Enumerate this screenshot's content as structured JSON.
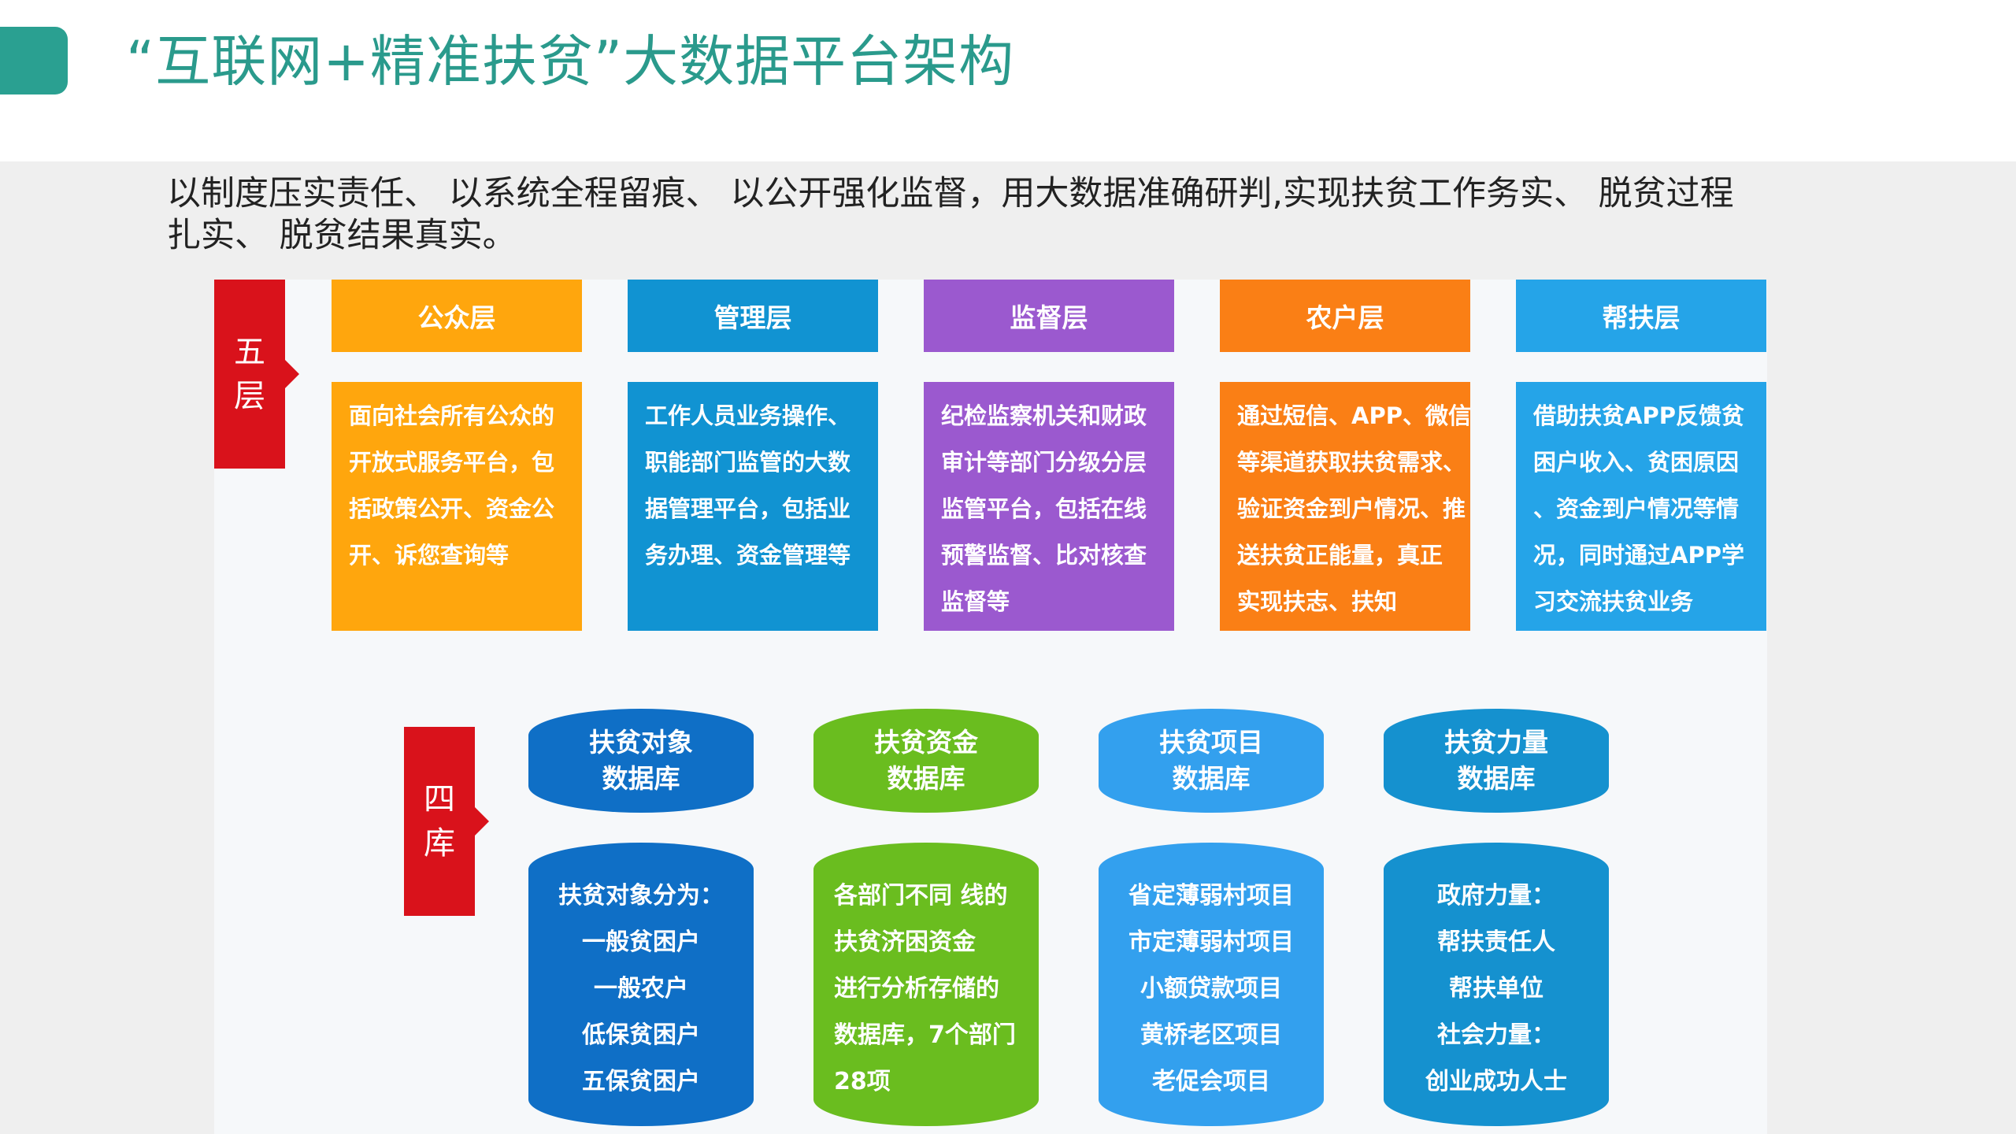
{
  "title": "“互联网+精准扶贫”大数据平台架构",
  "intro_lines": [
    "以制度压实责任、 以系统全程留痕、 以公开强化监督，用大数据准确研判,实现扶贫工作务实、 脱贫过程",
    "扎实、 脱贫结果真实。"
  ],
  "five_layers": {
    "label_chars": [
      "五",
      "层"
    ],
    "label_color": "#d9121b",
    "items": [
      {
        "name": "公众层",
        "color": "#ffa60d",
        "lines": [
          "面向社会所有公众的",
          "开放式服务平台，包",
          "括政策公开、资金公",
          "开、诉您查询等"
        ]
      },
      {
        "name": "管理层",
        "color": "#1193d2",
        "lines": [
          "工作人员业务操作、",
          "职能部门监管的大数",
          "据管理平台，包括业",
          "务办理、资金管理等"
        ]
      },
      {
        "name": "监督层",
        "color": "#9b59cf",
        "lines": [
          "纪检监察机关和财政",
          "审计等部门分级分层",
          "监管平台，包括在线",
          "预警监督、比对核查",
          "监督等"
        ]
      },
      {
        "name": "农户层",
        "color": "#fa7f15",
        "lines": [
          "通过短信、APP、微信",
          "等渠道获取扶贫需求、",
          "验证资金到户情况、推",
          "送扶贫正能量，真正",
          "实现扶志、扶知"
        ]
      },
      {
        "name": "帮扶层",
        "color": "#25a4e8",
        "lines": [
          "借助扶贫APP反馈贫",
          "困户收入、贫困原因",
          "、资金到户情况等情",
          "况，同时通过APP学",
          "习交流扶贫业务"
        ]
      }
    ]
  },
  "four_databases": {
    "label_chars": [
      "四",
      "库"
    ],
    "label_color": "#d9121b",
    "items": [
      {
        "name_lines": [
          "扶贫对象",
          "数据库"
        ],
        "color": "#0f6fc6",
        "align": "center",
        "lines": [
          "扶贫对象分为：",
          "一般贫困户",
          "一般农户",
          "低保贫困户",
          "五保贫困户"
        ]
      },
      {
        "name_lines": [
          "扶贫资金",
          "数据库"
        ],
        "color": "#6abd1f",
        "align": "left",
        "lines": [
          "各部门不同 线的",
          "扶贫济困资金",
          "进行分析存储的",
          "数据库，7个部门",
          "28项"
        ]
      },
      {
        "name_lines": [
          "扶贫项目",
          "数据库"
        ],
        "color": "#33a0ee",
        "align": "center",
        "lines": [
          "省定薄弱村项目",
          "市定薄弱村项目",
          "小额贷款项目",
          "黄桥老区项目",
          "老促会项目"
        ]
      },
      {
        "name_lines": [
          "扶贫力量",
          "数据库"
        ],
        "color": "#1591cf",
        "align": "center",
        "lines": [
          "政府力量：",
          "帮扶责任人",
          "帮扶单位",
          "社会力量：",
          "创业成功人士"
        ]
      }
    ]
  },
  "colors": {
    "accent": "#2aa091",
    "title_text": "#2a9a8c",
    "content_background": "#efefef"
  }
}
